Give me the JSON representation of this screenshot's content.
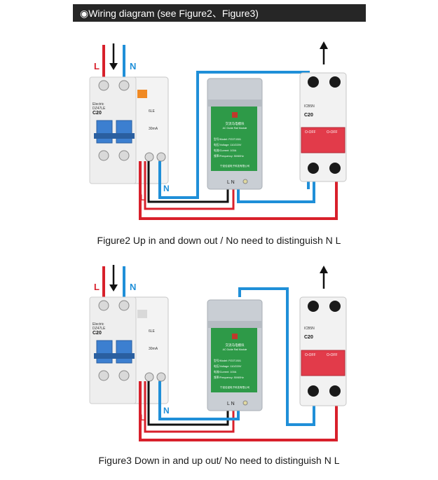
{
  "header": {
    "title": "◉Wiring diagram (see Figure2、Figure3)"
  },
  "colors": {
    "live": "#d8202b",
    "neutral": "#1f8fd8",
    "module_green": "#2e9a48",
    "module_body": "#c9ced4",
    "breaker_red": "#e23b4a",
    "breaker_blue": "#3c7fd0",
    "header_bg": "#262626"
  },
  "figure2": {
    "caption": "Figure2 Up in and down out / No need to distinguish N L",
    "labels": {
      "rcd_live": "L",
      "rcd_neutral": "N",
      "bottom_live": "L",
      "bottom_neutral": "N",
      "terminal": "L  N"
    },
    "rcd": {
      "brand": "Electric",
      "model": "DZ47LE",
      "rating": "C20",
      "sub": "6LE",
      "ma": "30mA"
    },
    "module": {
      "title": "交流马电模块",
      "subtitle": "AC Guide Rail Module",
      "model": "型号/Model: PZOT-B01",
      "voltage": "电压/Voltage: 110/220V",
      "current": "电流/Current: 100A",
      "frequency": "频率/Frequency: 50/60Hz",
      "maker": "宁波佳诺电子科技有限公司"
    },
    "breaker": {
      "model": "ICB5N",
      "rating": "C20",
      "off_left": "O-OFF",
      "off_right": "O-OFF"
    }
  },
  "figure3": {
    "caption": "Figure3 Down in and up out/ No need to distinguish N L",
    "labels": {
      "rcd_live": "L",
      "rcd_neutral": "N",
      "bottom_live": "L",
      "bottom_neutral": "N",
      "terminal": "L  N"
    },
    "rcd": {
      "brand": "Electric",
      "model": "DZ47LE",
      "rating": "C20",
      "sub": "6LE",
      "ma": "30mA"
    },
    "module": {
      "title": "交流马电模块",
      "subtitle": "AC Guide Rail Module",
      "model": "型号/Model: PZOT-B01",
      "voltage": "电压/Voltage: 110/220V",
      "current": "电流/Current: 100A",
      "frequency": "频率/Frequency: 50/60Hz",
      "maker": "宁波佳诺电子科技有限公司"
    },
    "breaker": {
      "model": "ICB5N",
      "rating": "C20",
      "off_left": "O-OFF",
      "off_right": "O-OFF"
    }
  }
}
